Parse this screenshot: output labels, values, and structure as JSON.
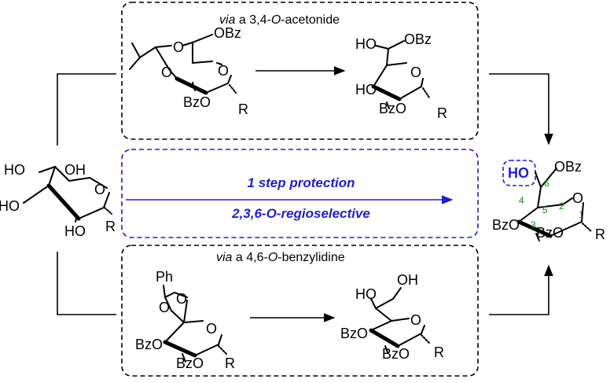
{
  "top_box": {
    "caption_pre": "via",
    "caption_mid": " a 3,4-",
    "caption_o": "O",
    "caption_post": "-acetonide"
  },
  "bottom_box": {
    "caption_pre": "via",
    "caption_mid": " a 4,6-",
    "caption_o": "O",
    "caption_post": "-benzylidine"
  },
  "center": {
    "line1": "1 step  protection",
    "line2": "2,3,6-O-regioselective"
  },
  "labels": {
    "HO": "HO",
    "OH": "OH",
    "OBz": "OBz",
    "BzO": "BzO",
    "R": "R",
    "O": "O",
    "Ph": "Ph"
  },
  "numbering": [
    "1",
    "2",
    "3",
    "4",
    "5",
    "6"
  ],
  "colors": {
    "accent": "#1f1fd0",
    "numbering": "#1a8a1a",
    "dashed_box": "#000000"
  }
}
